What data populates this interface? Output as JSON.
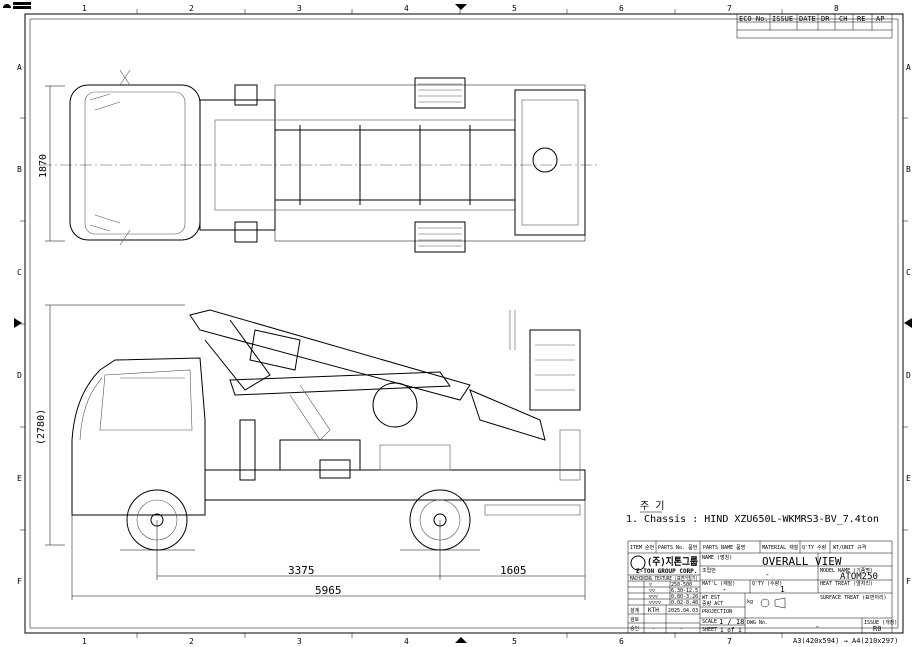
{
  "logo_text": "Z-TON",
  "grid": {
    "columns": [
      "1",
      "2",
      "3",
      "4",
      "5",
      "6",
      "7",
      "8"
    ],
    "rows": [
      "A",
      "B",
      "C",
      "D",
      "E",
      "F"
    ]
  },
  "revision_block": {
    "headers": [
      "ECO No.",
      "ISSUE",
      "DATE",
      "DR",
      "CH",
      "RE",
      "AP"
    ]
  },
  "dimensions": {
    "top_width": "1870",
    "side_height": "(2780)",
    "wheelbase": "3375",
    "rear_overhang": "1605",
    "overall_length": "5965"
  },
  "notes": {
    "title": "주 기",
    "line1": "1. Chassis : HIND XZU650L-WKMRS3-BV_7.4ton"
  },
  "title_block": {
    "item": "ITEM 순번",
    "parts_no": "PARTS No. 품번",
    "parts_name": "PARTS NAME 품명",
    "material": "MATERIAL 재질",
    "qty_h": "Q'TY 수량",
    "wt_unit": "WT/UNIT 규격",
    "company_kr": "(주)지톤그룹",
    "company_en": "Z-TON GROUP CORP.",
    "name_label": "NAME (명칭)",
    "name_value": "OVERALL VIEW",
    "model_label": "MODEL NAME (기종명)",
    "model_value": "ATOM250",
    "sub_label": "조립번",
    "sub_value": "-",
    "matl_label": "MAT'L (재질)",
    "matl_value": "-",
    "qty_label": "Q'TY (수량)",
    "qty_value": "1",
    "heat_label": "HEAT TREAT (열처리)",
    "surface_label": "SURFACE TREAT (표면처리)",
    "wt_est": "WT EST",
    "wt_act": "중량 ACT",
    "kg": "kg",
    "texture_label": "MACHINING TEXTURE (표면거칠기)",
    "rough": [
      "▽",
      "▽▽",
      "▽▽▽",
      "▽▽▽▽"
    ],
    "rough_vals": [
      "250-500",
      "6.30-12.5",
      "0.80-3.20",
      "0.02-0.40"
    ],
    "drawn_label": "설계",
    "drawn_by": "KTH",
    "drawn_date": "2025.04.03",
    "check_label": "검토",
    "approve_label": "승인",
    "check_by": "-",
    "check_date": "-",
    "projection_label": "PROJECTION",
    "scale_label": "SCALE",
    "scale_value": "1 / 18",
    "sheet_label": "SHEET",
    "sheet_value": "1 of 1",
    "dwg_label": "DWG No.",
    "dwg_value": "-",
    "issue_label": "ISSUE (개정)",
    "issue_value": "R0",
    "paper_note": "A3(420x594) → A4(210x297)"
  }
}
